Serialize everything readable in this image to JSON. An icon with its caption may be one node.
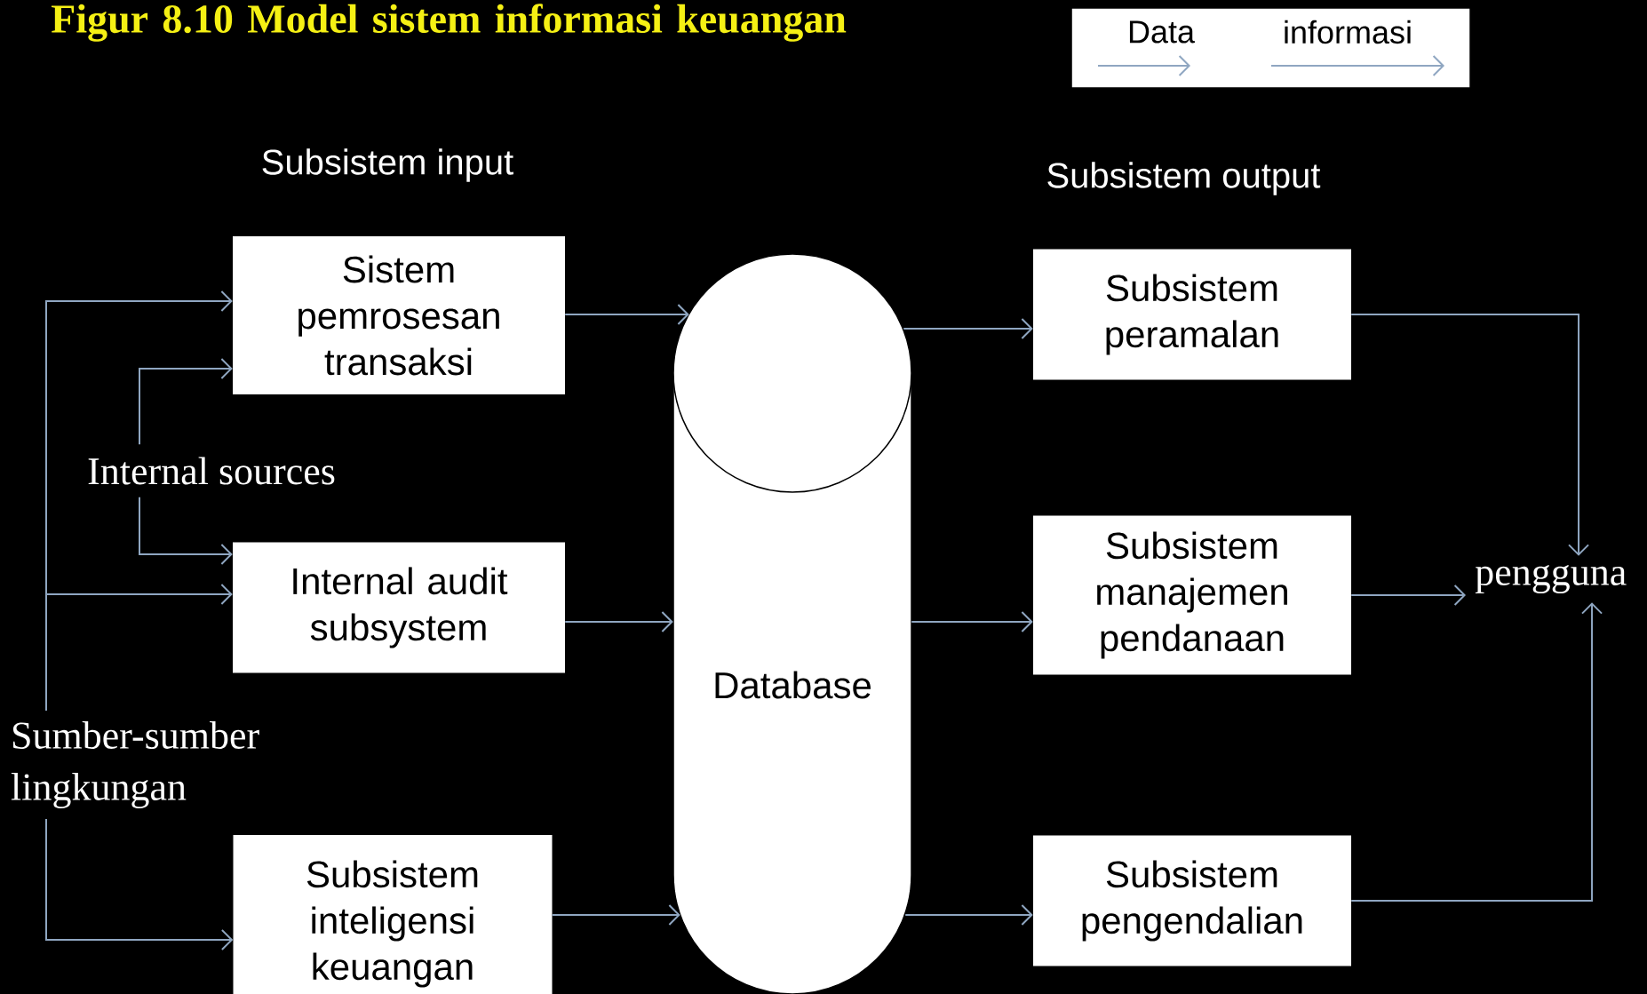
{
  "diagram": {
    "title": "Figur 8.10 Model sistem informasi keuangan",
    "nodes": [
      {
        "text": [
          "Sistem pemrosesan transaksi"
        ]
      },
      {
        "text": [
          "Internal audit subsystem"
        ]
      },
      {
        "text": [
          "Subsistem inteligensi keuangan"
        ]
      },
      {
        "text": [
          "Database"
        ]
      },
      {
        "text": [
          "Subsistem peramalan"
        ]
      },
      {
        "text": [
          "Subsistem manajemen pendanaan"
        ]
      },
      {
        "text": [
          "Subsistem pengendalian"
        ]
      },
      {
        "text": [
          "pengguna"
        ]
      },
      {
        "text": [
          "Internal sources"
        ]
      },
      {
        "text": [
          "Sumber-sumber lingkungan"
        ]
      }
    ],
    "edges": [
      {
        "from": 9,
        "to": 0,
        "arrow": "to"
      },
      {
        "from": 9,
        "to": 1,
        "arrow": "to"
      },
      {
        "from": 8,
        "to": 0,
        "arrow": "to"
      },
      {
        "from": 8,
        "to": 1,
        "arrow": "to"
      },
      {
        "from": 9,
        "to": 2,
        "arrow": "to"
      },
      {
        "from": 0,
        "to": 3,
        "arrow": "to"
      },
      {
        "from": 1,
        "to": 3,
        "arrow": "to"
      },
      {
        "from": 2,
        "to": 3,
        "arrow": "to"
      },
      {
        "from": 3,
        "to": 4,
        "arrow": "to"
      },
      {
        "from": 3,
        "to": 5,
        "arrow": "to"
      },
      {
        "from": 3,
        "to": 6,
        "arrow": "to"
      },
      {
        "from": 4,
        "to": 7,
        "arrow": "to"
      },
      {
        "from": 5,
        "to": 7,
        "arrow": "to"
      },
      {
        "from": 6,
        "to": 7,
        "arrow": "to"
      }
    ],
    "labels": [
      "Subsistem input",
      "Subsistem output"
    ],
    "legend": [
      {
        "text": "Data"
      },
      {
        "text": "informasi"
      }
    ]
  }
}
